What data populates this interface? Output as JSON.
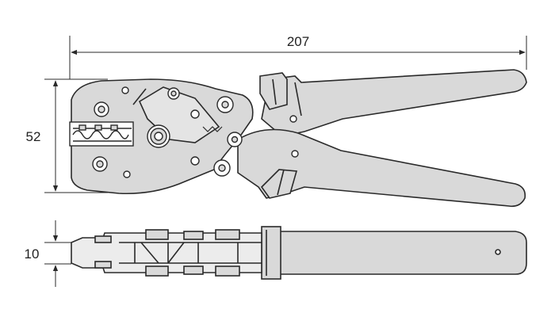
{
  "dimensions": {
    "overall_length": "207",
    "jaw_height": "52",
    "thickness": "10"
  },
  "colors": {
    "outline": "#2a2a2a",
    "fill": "#d9d9d9",
    "background": "#ffffff"
  }
}
